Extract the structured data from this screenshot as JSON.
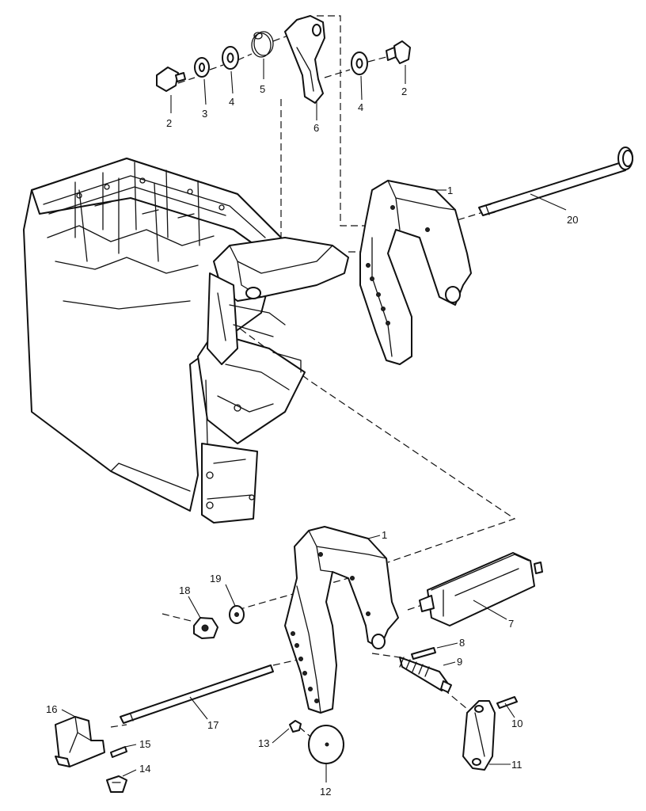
{
  "callouts": [
    {
      "id": "c2a",
      "text": "2"
    },
    {
      "id": "c3",
      "text": "3"
    },
    {
      "id": "c4a",
      "text": "4"
    },
    {
      "id": "c5",
      "text": "5"
    },
    {
      "id": "c6",
      "text": "6"
    },
    {
      "id": "c4b",
      "text": "4"
    },
    {
      "id": "c2b",
      "text": "2"
    },
    {
      "id": "c1a",
      "text": "1"
    },
    {
      "id": "c20",
      "text": "20"
    },
    {
      "id": "c1b",
      "text": "1"
    },
    {
      "id": "c19",
      "text": "19"
    },
    {
      "id": "c18",
      "text": "18"
    },
    {
      "id": "c7",
      "text": "7"
    },
    {
      "id": "c8",
      "text": "8"
    },
    {
      "id": "c9",
      "text": "9"
    },
    {
      "id": "c16",
      "text": "16"
    },
    {
      "id": "c17",
      "text": "17"
    },
    {
      "id": "c15",
      "text": "15"
    },
    {
      "id": "c14",
      "text": "14"
    },
    {
      "id": "c13",
      "text": "13"
    },
    {
      "id": "c12",
      "text": "12"
    },
    {
      "id": "c10",
      "text": "10"
    },
    {
      "id": "c11",
      "text": "11"
    }
  ]
}
